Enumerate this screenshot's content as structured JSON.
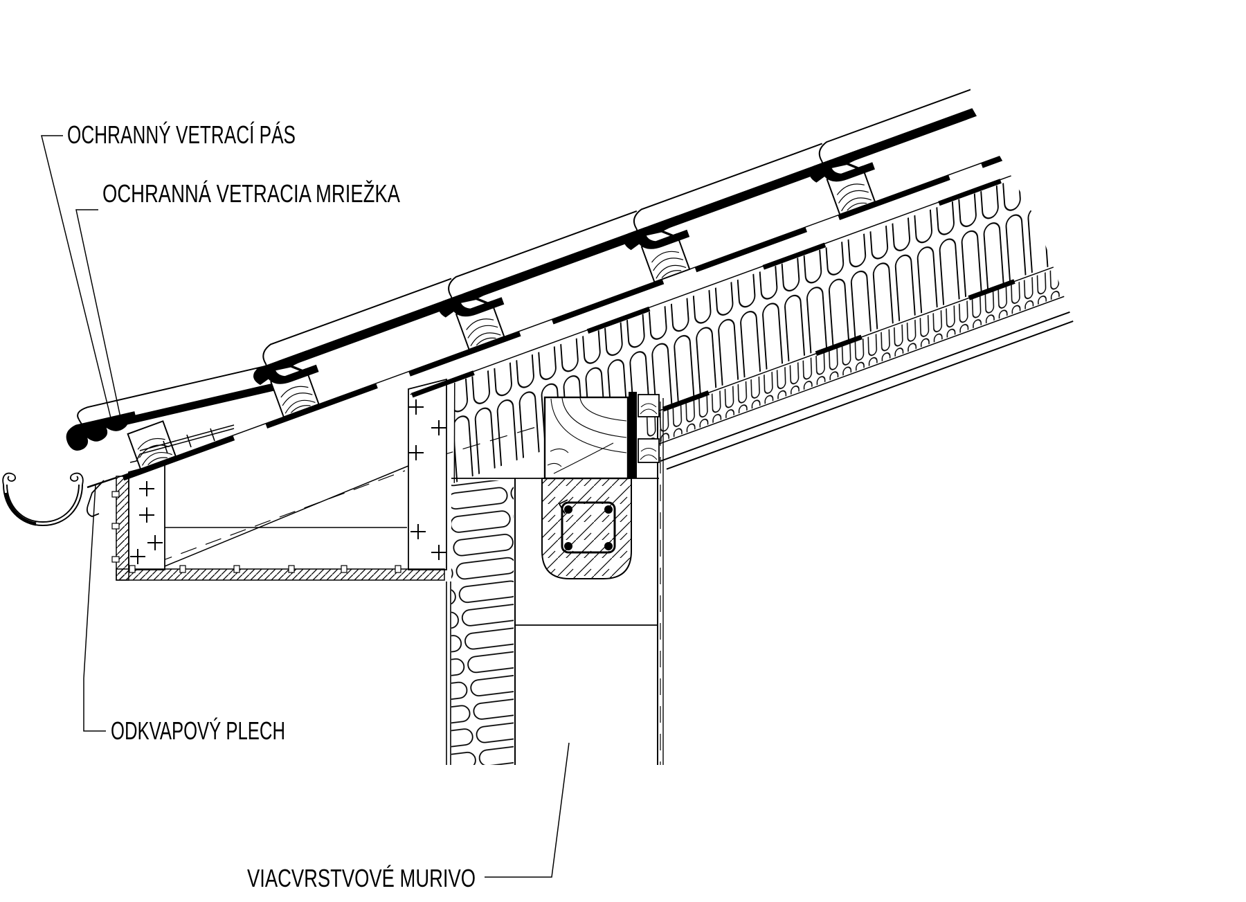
{
  "page": {
    "background": "#ffffff",
    "line_color": "#000000"
  },
  "labels": {
    "vent_strip": "OCHRANNÝ VETRACÍ PÁS",
    "vent_grid": "OCHRANNÁ VETRACIA MRIEŽKA",
    "drip_sheet": "ODKVAPOVÝ PLECH",
    "masonry": "VIACVRSTVOVÉ MURIVO"
  }
}
